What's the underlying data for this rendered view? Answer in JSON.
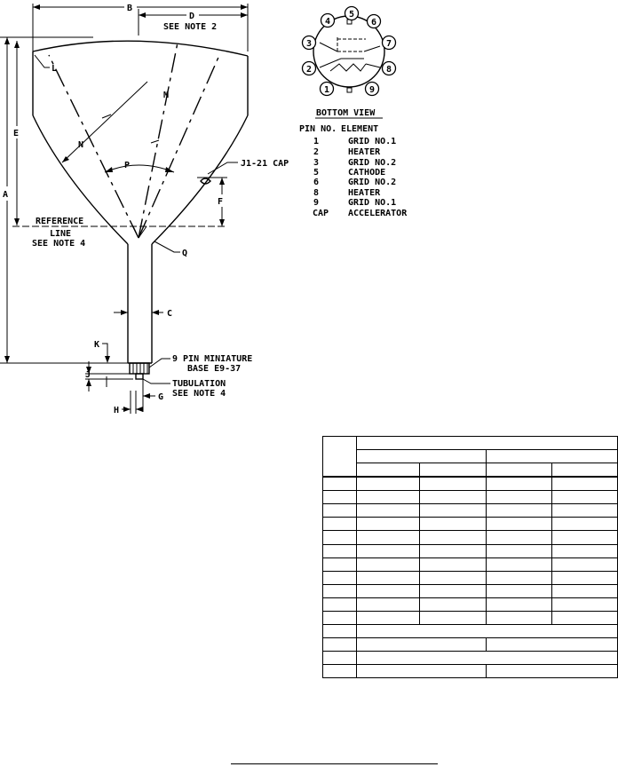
{
  "diagram": {
    "dims": {
      "A": "A",
      "B": "B",
      "C": "C",
      "D": "D",
      "E": "E",
      "F": "F",
      "G": "G",
      "H": "H",
      "J": "J",
      "K": "K",
      "L": "L",
      "M": "M",
      "N": "N",
      "P": "P",
      "Q": "Q"
    },
    "callouts": {
      "see_note_2": "SEE NOTE 2",
      "reference": "REFERENCE",
      "line": "LINE",
      "see_note_4": "SEE NOTE 4",
      "cap": "J1-21 CAP",
      "base_1": "9 PIN MINIATURE",
      "base_2": "BASE E9-37",
      "tubulation": "TUBULATION",
      "tubulation_note": "SEE NOTE 4"
    },
    "base_view": {
      "title": "BOTTOM VIEW",
      "pins": [
        "1",
        "2",
        "3",
        "4",
        "5",
        "6",
        "7",
        "8",
        "9"
      ]
    },
    "pin_table": {
      "header_pin": "PIN NO.",
      "header_element": "ELEMENT",
      "rows": [
        {
          "pin": "1",
          "element": "GRID NO.1"
        },
        {
          "pin": "2",
          "element": "HEATER"
        },
        {
          "pin": "3",
          "element": "GRID NO.2"
        },
        {
          "pin": "5",
          "element": "CATHODE"
        },
        {
          "pin": "6",
          "element": "GRID NO.2"
        },
        {
          "pin": "8",
          "element": "HEATER"
        },
        {
          "pin": "9",
          "element": "GRID NO.1"
        },
        {
          "pin": "CAP",
          "element": "ACCELERATOR"
        }
      ]
    }
  }
}
